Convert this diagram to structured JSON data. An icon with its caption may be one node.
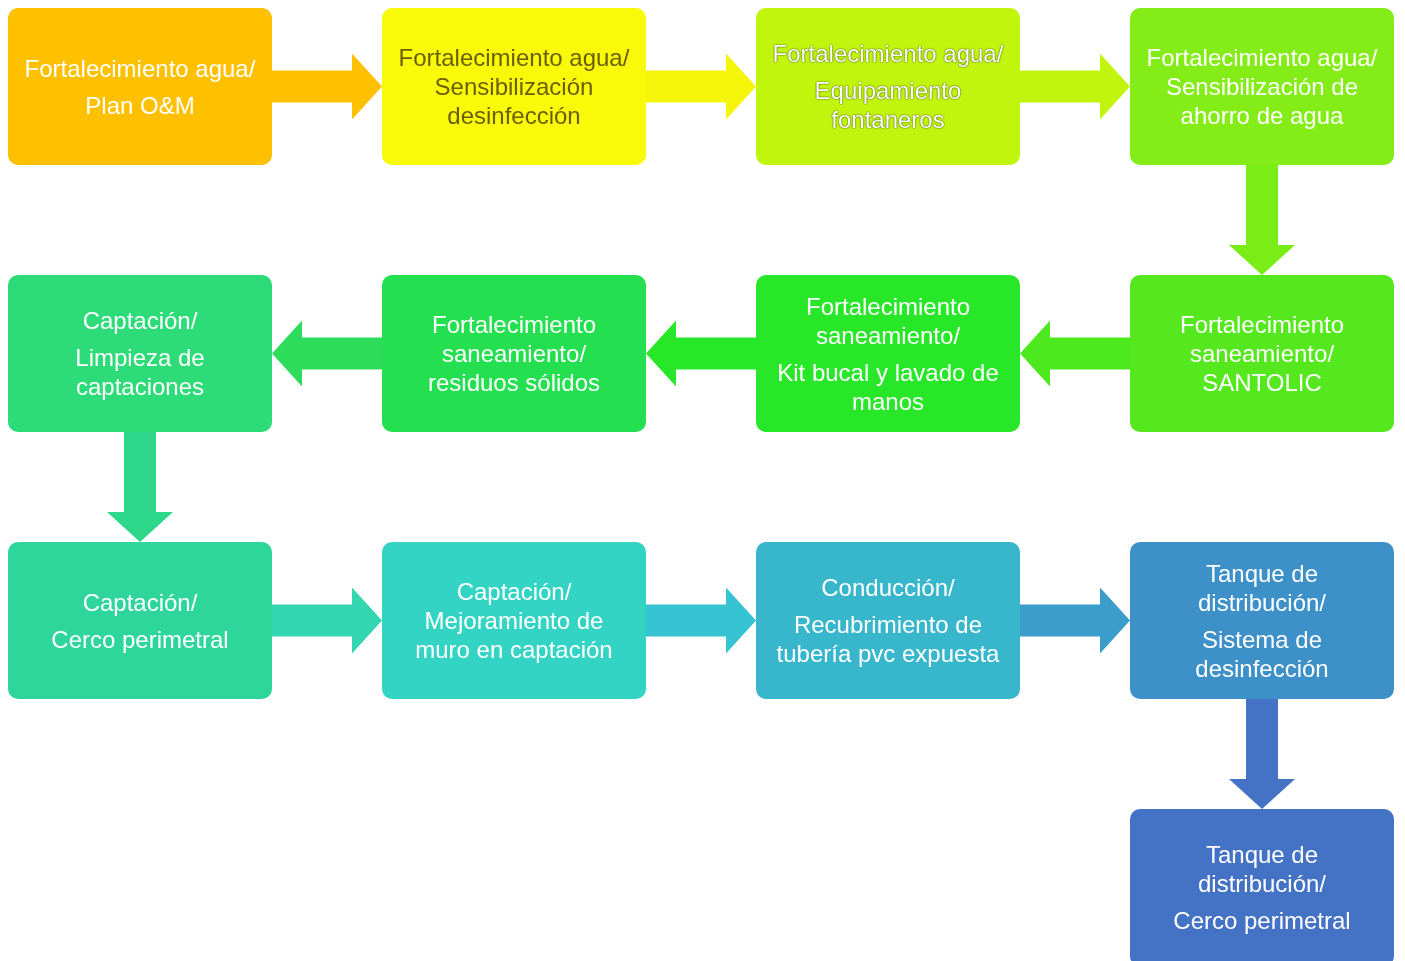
{
  "diagram": {
    "nodes": [
      {
        "text": [
          "Fortalecimiento agua/",
          "Plan O&M"
        ]
      },
      {
        "text": [
          "Fortalecimiento agua/ Sensibilización desinfección"
        ]
      },
      {
        "text": [
          "Fortalecimiento agua/",
          "Equipamiento fontaneros"
        ]
      },
      {
        "text": [
          "Fortalecimiento agua/ Sensibilización de ahorro de agua"
        ]
      },
      {
        "text": [
          "Captación/",
          "Limpieza de captaciones"
        ]
      },
      {
        "text": [
          "Fortalecimiento saneamiento/ residuos sólidos"
        ]
      },
      {
        "text": [
          "Fortalecimiento saneamiento/",
          "Kit bucal y lavado de manos"
        ]
      },
      {
        "text": [
          "Fortalecimiento saneamiento/ SANTOLIC"
        ]
      },
      {
        "text": [
          "Captación/",
          "Cerco perimetral"
        ]
      },
      {
        "text": [
          "Captación/ Mejoramiento de muro en captación"
        ]
      },
      {
        "text": [
          "Conducción/",
          "Recubrimiento de tubería pvc expuesta"
        ]
      },
      {
        "text": [
          "Tanque de distribución/",
          "Sistema de desinfección"
        ]
      },
      {
        "text": [
          "Tanque de distribución/",
          "Cerco perimetral"
        ]
      }
    ],
    "edges": [
      {
        "from": 0,
        "to": 1,
        "arrow": "to",
        "color": "#ffc000"
      },
      {
        "from": 1,
        "to": 2,
        "arrow": "to",
        "color": "#f5f50a"
      },
      {
        "from": 2,
        "to": 3,
        "arrow": "to",
        "color": "#c2f50e"
      },
      {
        "from": 3,
        "to": 7,
        "arrow": "to",
        "color": "#7aec16"
      },
      {
        "from": 7,
        "to": 6,
        "arrow": "to",
        "color": "#4ee81e"
      },
      {
        "from": 6,
        "to": 5,
        "arrow": "to",
        "color": "#28e628"
      },
      {
        "from": 5,
        "to": 4,
        "arrow": "to",
        "color": "#2ddc5a"
      },
      {
        "from": 4,
        "to": 8,
        "arrow": "to",
        "color": "#2ed78a"
      },
      {
        "from": 8,
        "to": 9,
        "arrow": "to",
        "color": "#33d6b0"
      },
      {
        "from": 9,
        "to": 10,
        "arrow": "to",
        "color": "#36c4d2"
      },
      {
        "from": 10,
        "to": 11,
        "arrow": "to",
        "color": "#3a9dcc"
      },
      {
        "from": 11,
        "to": 12,
        "arrow": "to",
        "color": "#4472c4"
      }
    ]
  }
}
